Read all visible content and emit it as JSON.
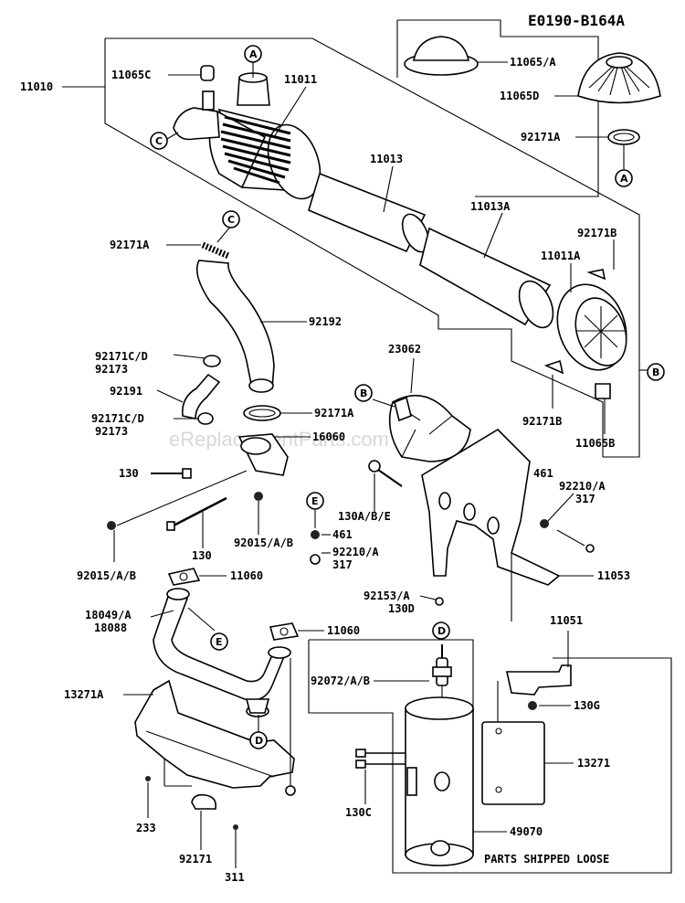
{
  "diagram_code": "E0190-B164A",
  "watermark": "eReplacementParts.com",
  "footer_note": "PARTS SHIPPED LOOSE",
  "callouts": [
    "A",
    "C",
    "A",
    "C",
    "B",
    "B",
    "E",
    "E",
    "D",
    "D"
  ],
  "labels": {
    "p11010": "11010",
    "p11065C": "11065C",
    "p11011": "11011",
    "p11065A": "11065/A",
    "p11065D": "11065D",
    "p92171A_top": "92171A",
    "p11013": "11013",
    "p11013A": "11013A",
    "p92171B_top": "92171B",
    "p11011A": "11011A",
    "p92171A_left": "92171A",
    "p92192": "92192",
    "p23062": "23062",
    "p92171CD_1": "92171C/D",
    "p92173_1": "92173",
    "p92191": "92191",
    "p92171A_mid": "92171A",
    "p92171B_bot": "92171B",
    "p92171CD_2": "92171C/D",
    "p92173_2": "92173",
    "p16060": "16060",
    "p11065B": "11065B",
    "p130_left": "130",
    "p461_right": "461",
    "p92210A_right": "92210/A",
    "p317_right": "317",
    "p130ABE": "130A/B/E",
    "p461_mid": "461",
    "p92210A_mid": "92210/A",
    "p317_mid": "317",
    "p92015AB_mid": "92015/A/B",
    "p130_mid": "130",
    "p92015AB_left": "92015/A/B",
    "p11060_a": "11060",
    "p11053": "11053",
    "p92153A": "92153/A",
    "p130D": "130D",
    "p18049A": "18049/A",
    "p18088": "18088",
    "p11060_b": "11060",
    "p11051": "11051",
    "p92072AB": "92072/A/B",
    "p13271A": "13271A",
    "p130G": "130G",
    "p13271": "13271",
    "p130C": "130C",
    "p49070": "49070",
    "p233": "233",
    "p92171_bot": "92171",
    "p311": "311"
  }
}
